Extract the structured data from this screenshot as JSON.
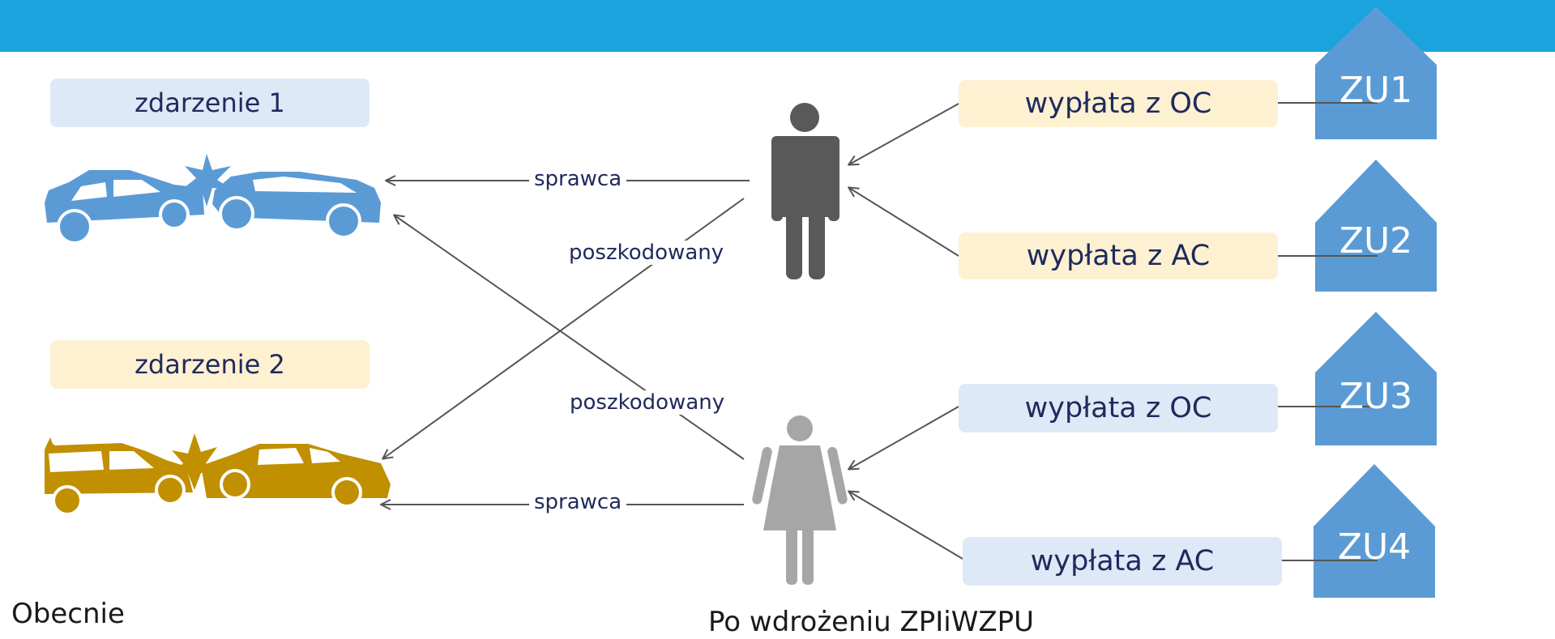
{
  "colors": {
    "top_bar": "#1aa3dc",
    "blue_car": "#5b9bd5",
    "yellow_car": "#c09000",
    "man": "#595959",
    "woman": "#a6a6a6",
    "zu_house": "#5b9bd5",
    "blue_label_bg": "#dde9f6",
    "yellow_label_bg": "#fdf1d2",
    "arrow": "#555555",
    "text_dark": "#1f2a5c"
  },
  "events": [
    {
      "label": "zdarzenie 1"
    },
    {
      "label": "zdarzenie 2"
    }
  ],
  "relations": {
    "perpetrator": "sprawca",
    "injured": "poszkodowany"
  },
  "payouts": [
    {
      "label": "wypłata z OC"
    },
    {
      "label": "wypłata z AC"
    },
    {
      "label": "wypłata z OC"
    },
    {
      "label": "wypłata z AC"
    }
  ],
  "insurers": [
    {
      "label": "ZU1"
    },
    {
      "label": "ZU2"
    },
    {
      "label": "ZU3"
    },
    {
      "label": "ZU4"
    }
  ],
  "captions": {
    "current": "Obecnie",
    "after": "Po wdrożeniu ZPIiWZPU"
  },
  "icons": {
    "crash_1": "car-crash-icon",
    "crash_2": "car-crash-icon",
    "man": "man-icon",
    "woman": "woman-icon",
    "house": "house-icon"
  }
}
